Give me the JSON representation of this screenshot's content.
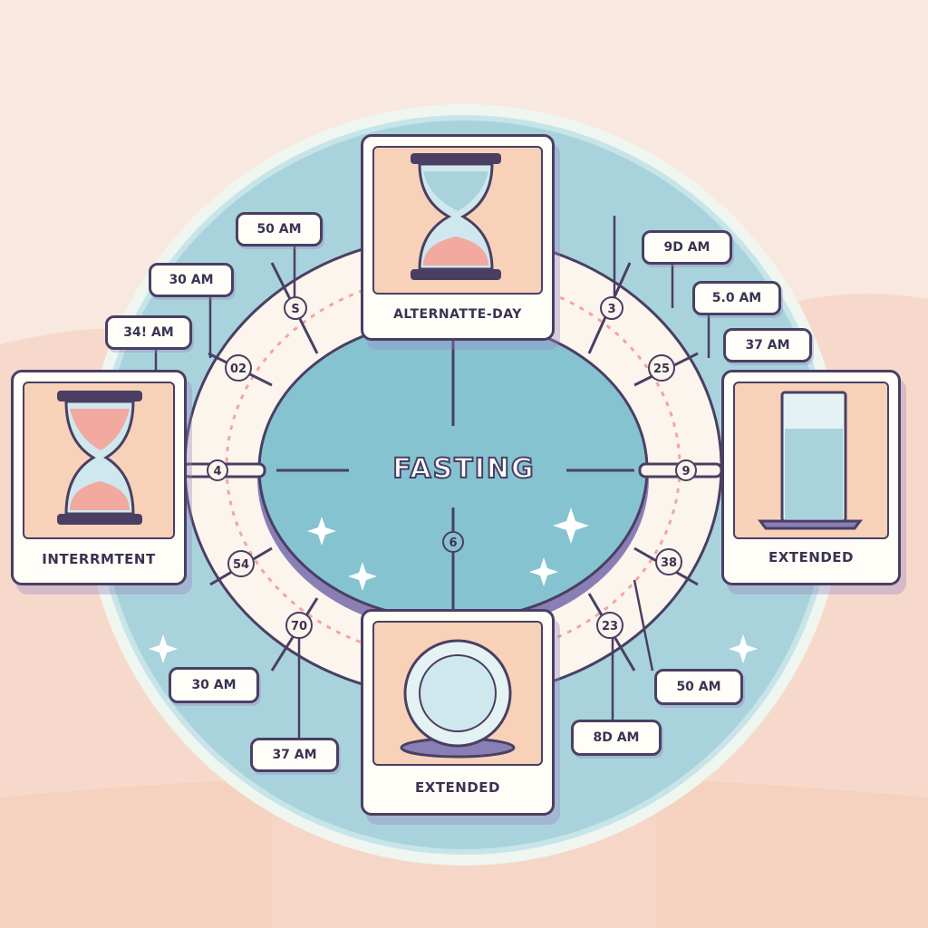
{
  "center_title": "FASTING",
  "cards": {
    "top": {
      "label": "ALTERNATTE-DAY",
      "icon": "hourglass-icon"
    },
    "left": {
      "label": "INTERRMTENT",
      "icon": "hourglass-icon"
    },
    "right": {
      "label": "EXTENDED",
      "icon": "water-glass-icon"
    },
    "bottom": {
      "label": "EXTENDED",
      "icon": "plate-icon"
    }
  },
  "time_pills": {
    "p1": "50 AM",
    "p2": "30 AM",
    "p3": "34! AM",
    "p4": "30 AM",
    "p5": "37 AM",
    "p6": "9D AM",
    "p7": "5.0 AM",
    "p8": "37 AM",
    "p9": "50 AM",
    "p10": "8D AM"
  },
  "dial_numbers": {
    "n1": "S",
    "n2": "02",
    "n3": "4",
    "n4": "54",
    "n5": "70",
    "n6": "6",
    "n7": "3",
    "n8": "25",
    "n9": "9",
    "n10": "38",
    "n11": "23"
  },
  "colors": {
    "background": "#f8e6dc",
    "disc": "#a9d3dc",
    "ring": "#fbf5ee",
    "outline": "#4a3f63",
    "card_art": "#f7d2b8",
    "sand": "#f2a9a0",
    "glass": "#bfe0e8"
  }
}
